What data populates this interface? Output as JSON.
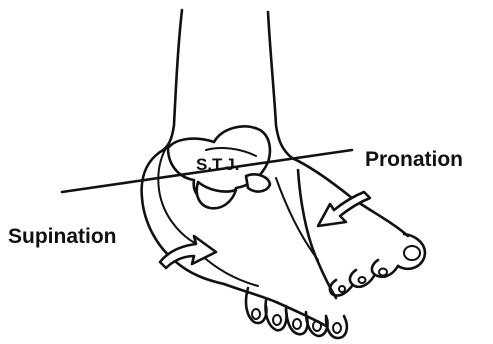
{
  "labels": {
    "joint": "S.T.J.",
    "pronation": "Pronation",
    "supination": "Supination"
  },
  "colors": {
    "ink": "#111111",
    "background": "#ffffff"
  }
}
